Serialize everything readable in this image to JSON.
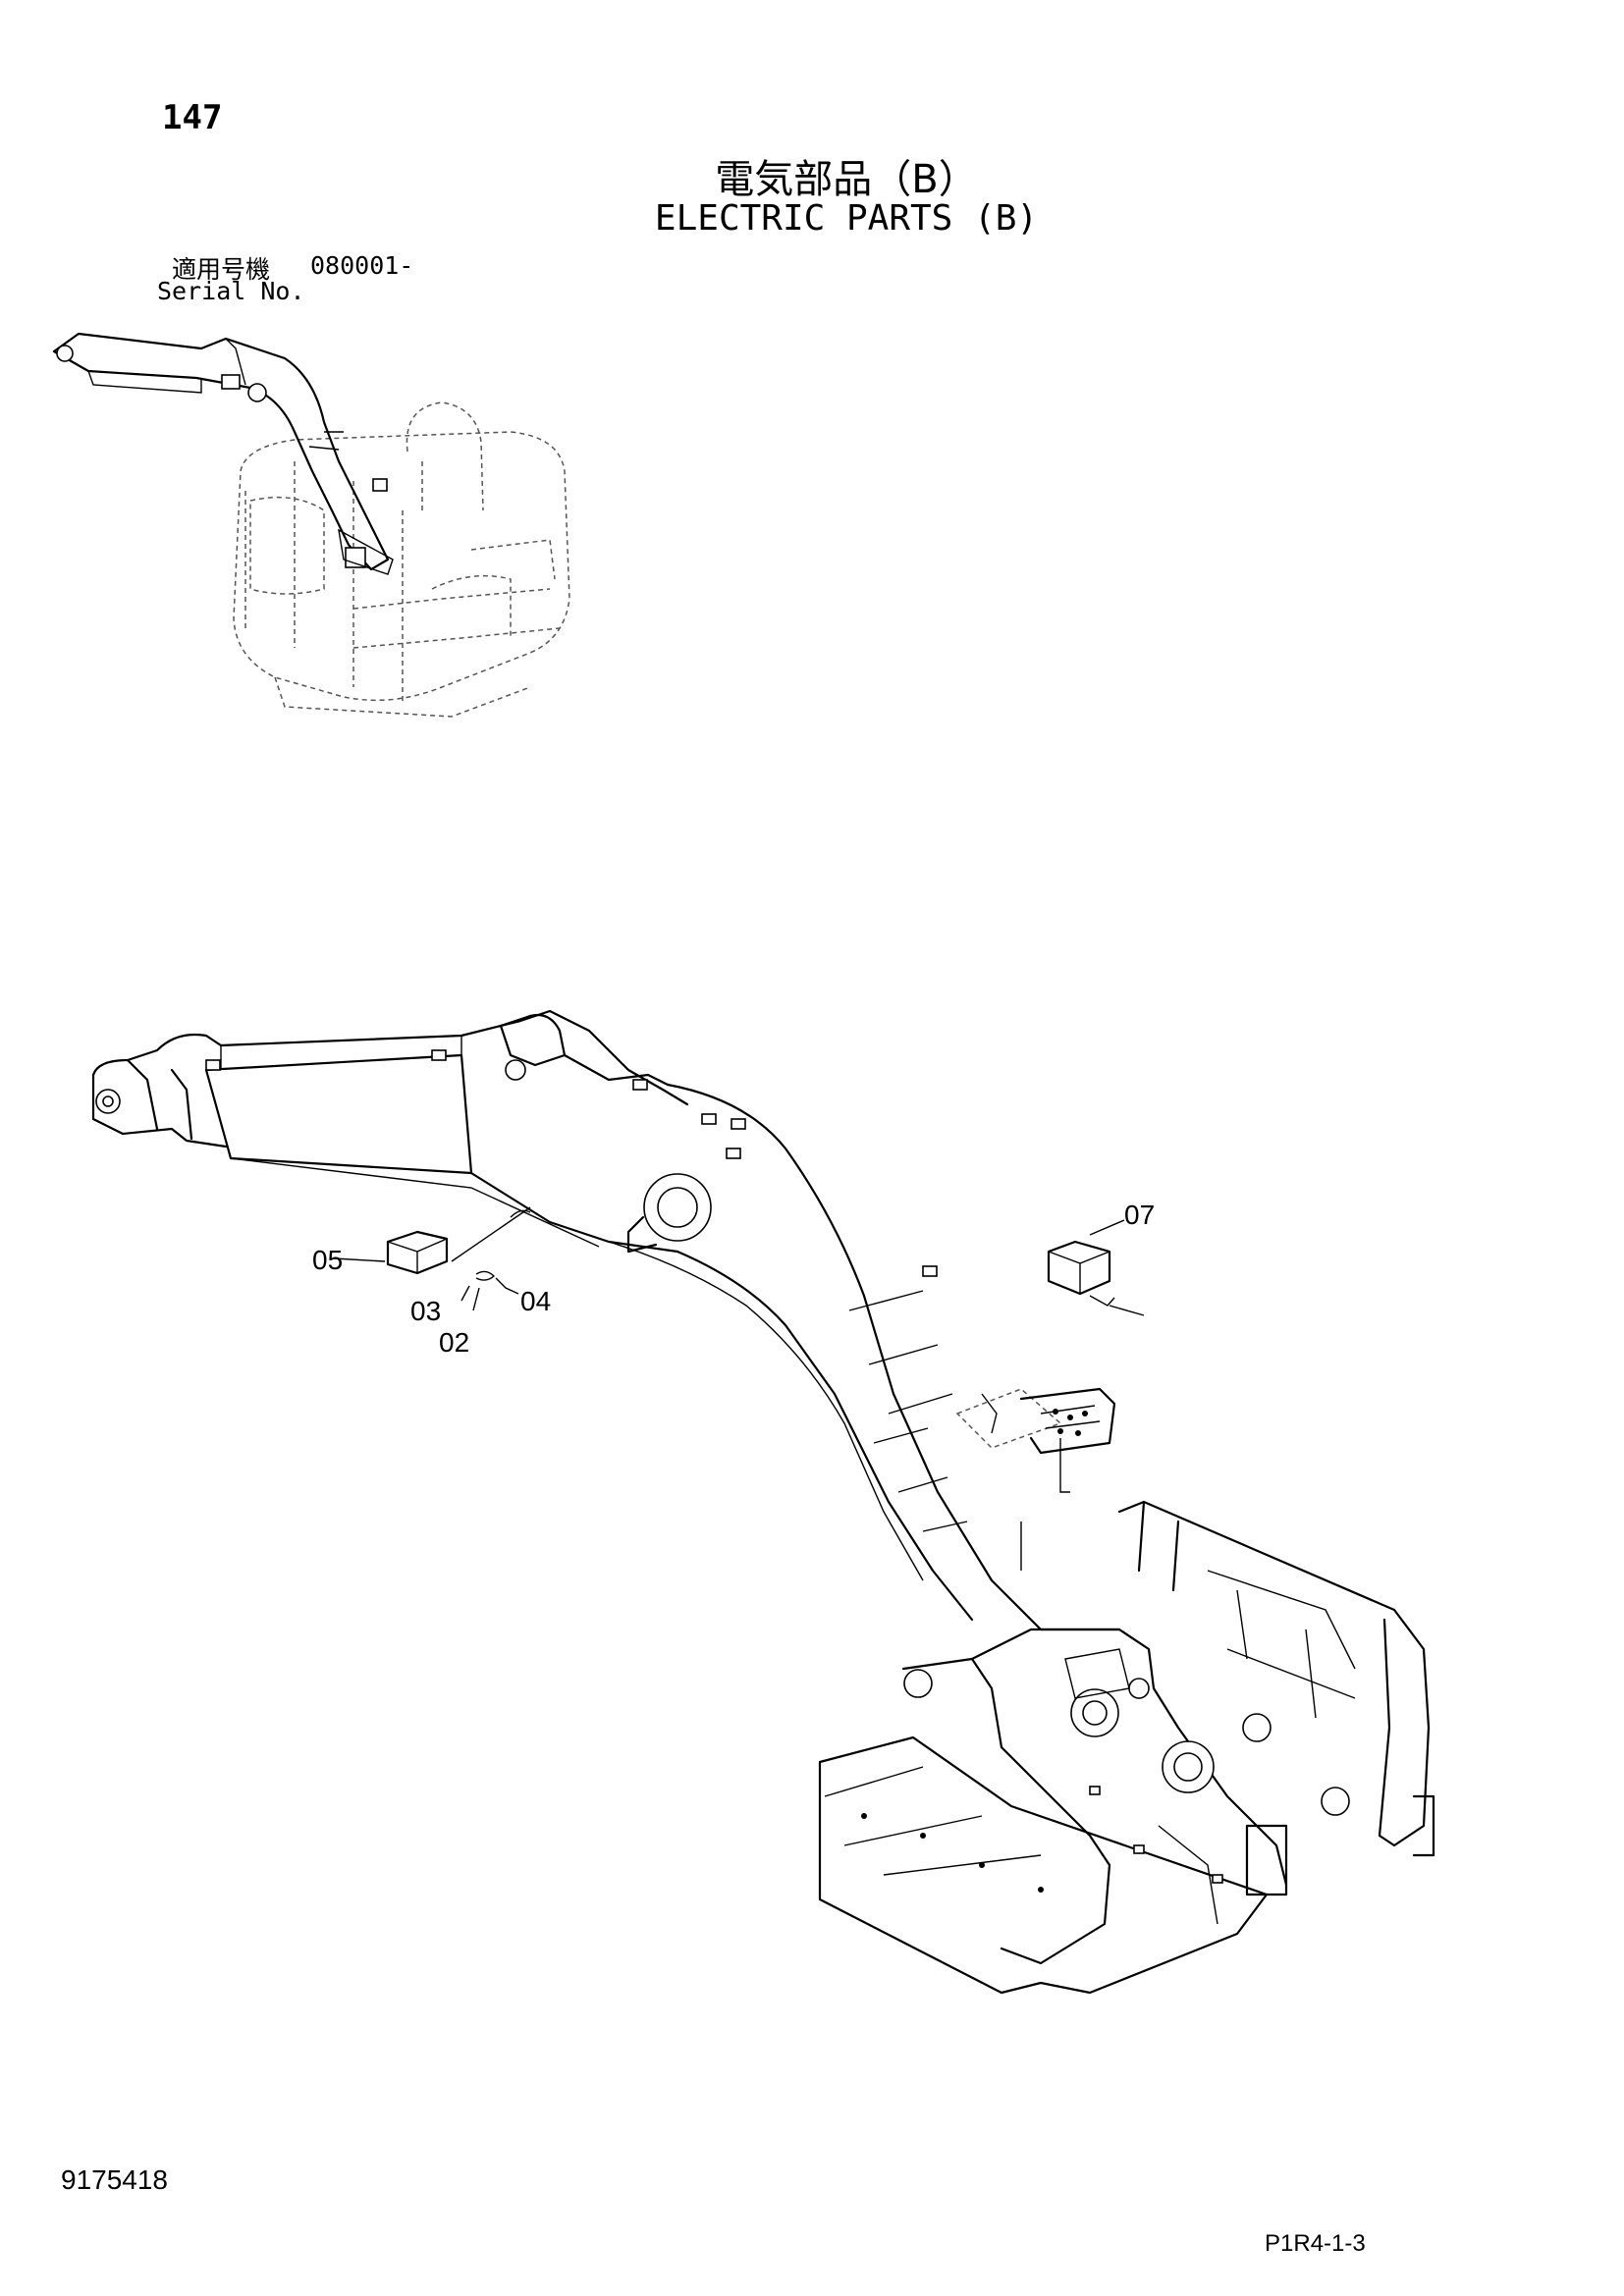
{
  "page": {
    "number": "147",
    "title_jp": "電気部品（B）",
    "title_en": "ELECTRIC PARTS (B)",
    "serial_label_jp": "適用号機",
    "serial_value": "080001-",
    "serial_label_en": "Serial No.",
    "drawing_number": "9175418",
    "page_code": "P1R4-1-3"
  },
  "callouts": [
    {
      "id": "05",
      "label": "05"
    },
    {
      "id": "03",
      "label": "03"
    },
    {
      "id": "04",
      "label": "04"
    },
    {
      "id": "02",
      "label": "02"
    },
    {
      "id": "07",
      "label": "07"
    }
  ],
  "icons": {
    "overview": "excavator-overview-icon",
    "main": "boom-assembly-icon"
  }
}
